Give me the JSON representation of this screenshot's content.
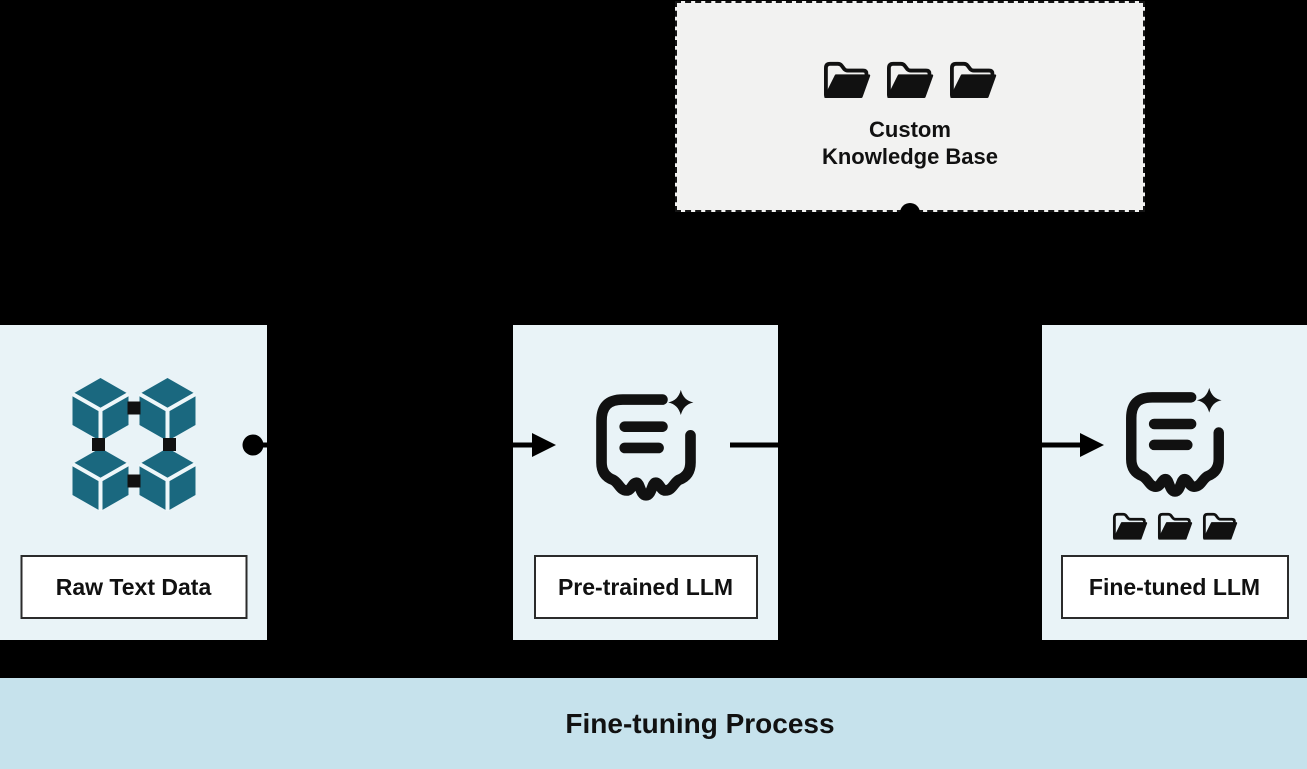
{
  "colors": {
    "background": "#000000",
    "node_bg": "#e9f3f7",
    "kb_bg": "#f2f2f1",
    "banner_bg": "#c6e2ec",
    "label_bg": "#ffffff",
    "cube_teal": "#1a687f",
    "ink": "#111111"
  },
  "knowledge_base": {
    "title_line1": "Custom",
    "title_line2": "Knowledge Base",
    "icon": "open-folder-icon",
    "folder_count": 3
  },
  "nodes": [
    {
      "label": "Raw Text Data",
      "icon": "data-cubes-icon"
    },
    {
      "label": "Pre-trained LLM",
      "icon": "chat-sparkle-icon"
    },
    {
      "label": "Fine-tuned LLM",
      "icon": "chat-sparkle-icon",
      "sub_icon": "open-folder-icon",
      "sub_icon_count": 3
    }
  ],
  "banner": {
    "label": "Fine-tuning Process"
  }
}
